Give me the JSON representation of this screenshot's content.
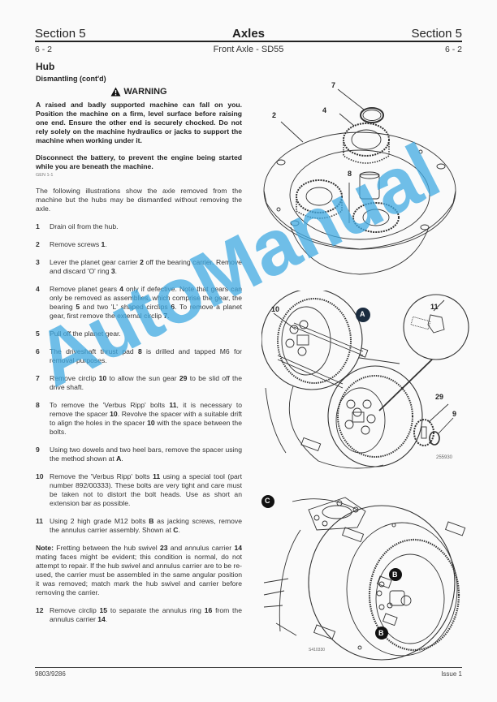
{
  "header": {
    "left": "Section 5",
    "center": "Axles",
    "right": "Section 5",
    "page_left": "6 - 2",
    "subtitle": "Front Axle - SD55",
    "page_right": "6 - 2"
  },
  "content": {
    "title": "Hub",
    "subtitle": "Dismantling (cont'd)",
    "warning": {
      "label": "WARNING",
      "icon": "warning-triangle-icon",
      "text": "A raised and badly supported machine can fall on you. Position the machine on a firm, level surface before raising one end. Ensure the other end is securely chocked. Do not rely solely on the machine hydraulics or jacks to support the machine when working under it.",
      "text2": "Disconnect the battery, to prevent the engine being started while you are beneath the machine.",
      "code": "GEN 1-1"
    },
    "intro": "The following illustrations show the axle removed from the machine but the hubs may be dismantled without removing the axle.",
    "steps": [
      {
        "num": "1",
        "html": "Drain oil from the hub."
      },
      {
        "num": "2",
        "html": "Remove screws <b>1</b>."
      },
      {
        "num": "3",
        "html": "Lever the planet gear carrier <b>2</b> off the bearing carrier. Remove and discard 'O' ring <b>3</b>."
      },
      {
        "num": "4",
        "html": "Remove planet gears <b>4</b> only if defective. Note that gears can only be removed as assemblies, which comprise the gear, the bearing <b>5</b> and two 'L' shaped circlips <b>6</b>. To remove a planet gear, first remove the external circlip <b>7</b>."
      },
      {
        "num": "5",
        "html": "Pull off the planet gear."
      },
      {
        "num": "6",
        "html": "The driveshaft thrust pad <b>8</b> is drilled and tapped M6 for removal purposes."
      },
      {
        "num": "7",
        "html": "Remove circlip <b>10</b> to allow the sun gear <b>29</b> to be slid off the drive shaft."
      },
      {
        "num": "8",
        "html": "To remove the 'Verbus Ripp' bolts <b>11</b>, it is necessary to remove the spacer <b>10</b>. Revolve the spacer with a suitable drift to align the holes in the spacer <b>10</b> with the space between the bolts."
      },
      {
        "num": "9",
        "html": "Using two dowels and two heel bars, remove the spacer using the method shown at <b>A</b>."
      },
      {
        "num": "10",
        "html": "Remove the 'Verbus Ripp' bolts <b>11</b> using a special tool (part number 892/00333). These bolts are very tight and care must be taken not to distort the bolt heads. Use as short an extension bar as possible."
      },
      {
        "num": "11",
        "html": "Using 2 high grade M12 bolts <b>B</b> as jacking screws, remove the annulus carrier assembly. Shown at <b>C</b>."
      }
    ],
    "note": "<b>Note:</b> Fretting between the hub swivel <b>23</b> and annulus carrier <b>14</b> mating faces might be evident; this condition is normal, do not attempt to repair. If the hub swivel and annulus carrier are to be re-used, the carrier must be assembled in the same angular position it was removed; match mark the hub swivel and carrier before removing the carrier.",
    "final_step": {
      "num": "12",
      "html": "Remove circlip <b>15</b> to separate the annulus ring <b>16</b> from the annulus carrier <b>14</b>."
    }
  },
  "figures": {
    "fig1": {
      "labels": [
        "7",
        "4",
        "2",
        "8"
      ]
    },
    "fig2": {
      "labels": [
        "10",
        "A",
        "11",
        "29",
        "9"
      ],
      "code": "255930"
    },
    "fig3": {
      "labels": [
        "C",
        "B",
        "B"
      ],
      "code": "S410330"
    }
  },
  "watermark": "AutoManual",
  "footer": {
    "left": "9803/9286",
    "right": "Issue 1"
  }
}
